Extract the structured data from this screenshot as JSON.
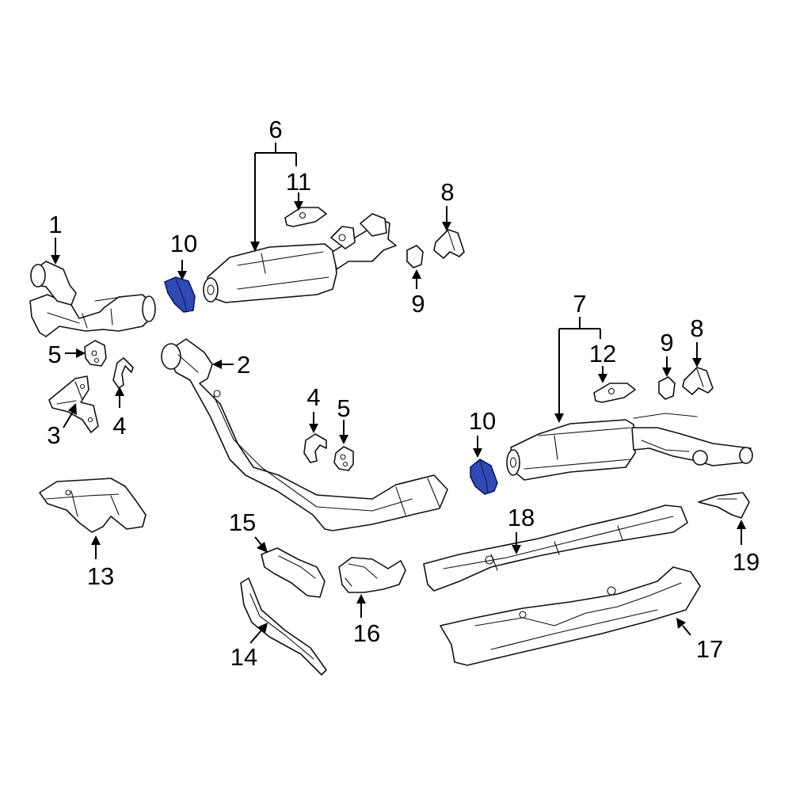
{
  "callouts": [
    "1",
    "2",
    "3",
    "4",
    "5",
    "6",
    "7",
    "8",
    "9",
    "10",
    "11",
    "12",
    "13",
    "14",
    "15",
    "16",
    "17",
    "18",
    "19"
  ],
  "colors": {
    "background": "#ffffff",
    "outline": "#111111",
    "highlight": "#2f49b5"
  }
}
